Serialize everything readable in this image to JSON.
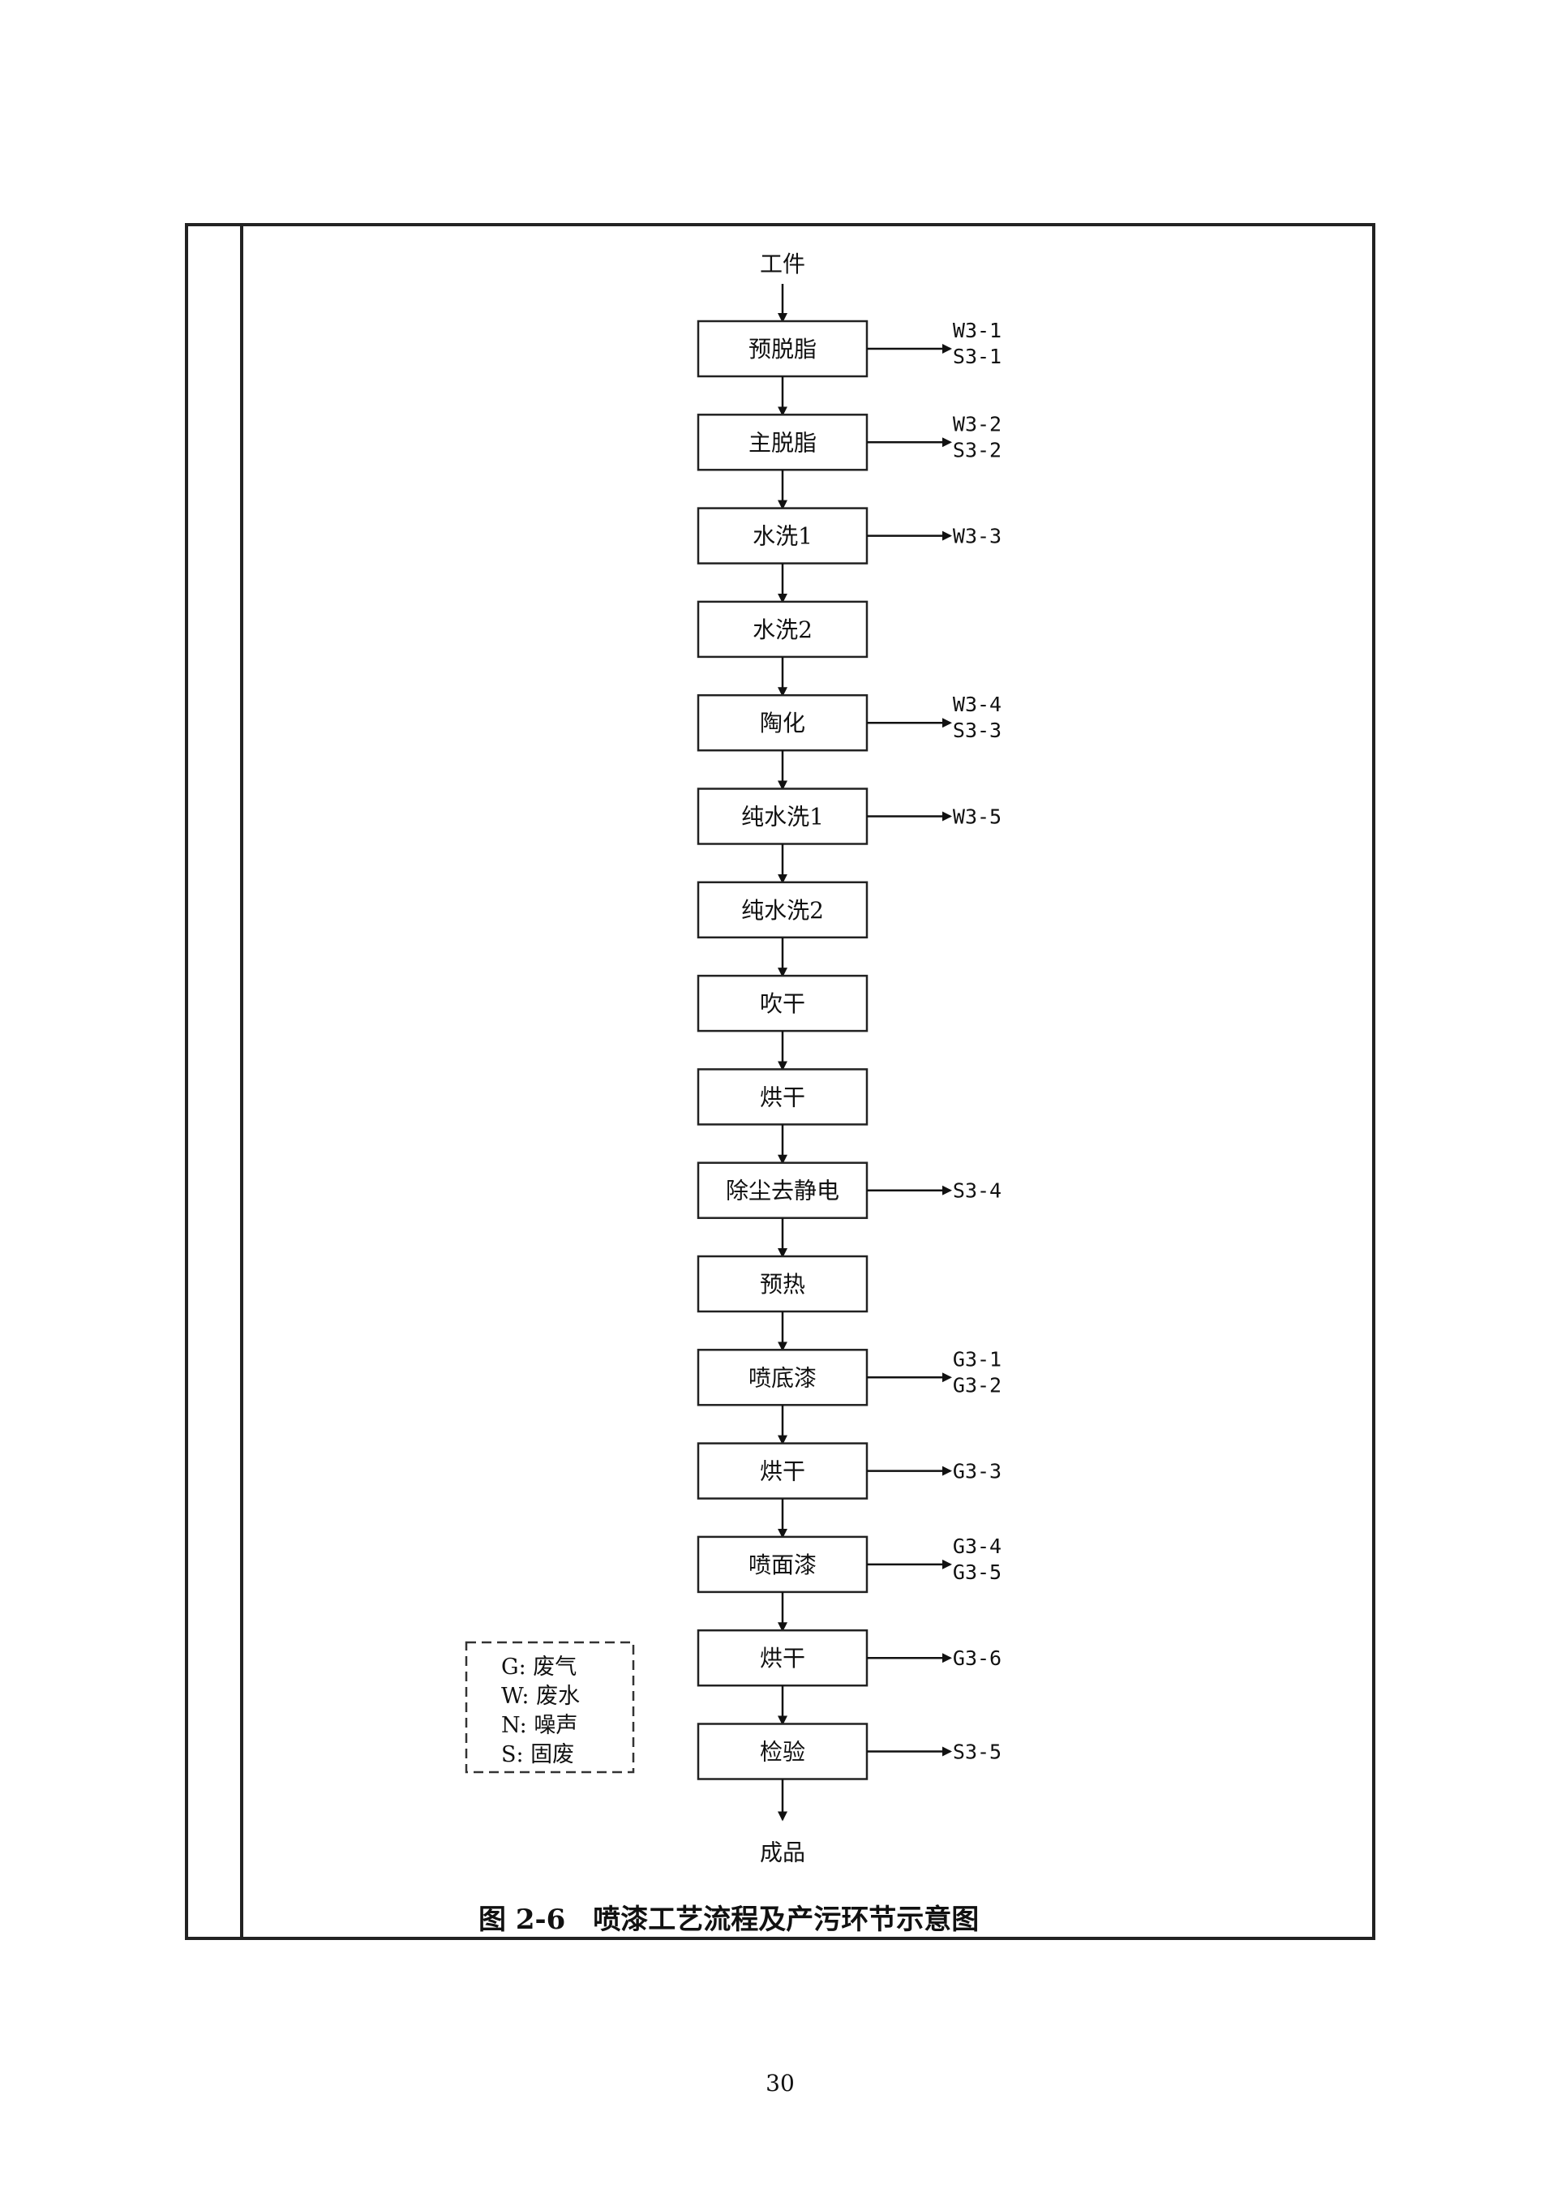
{
  "diagram": {
    "start_label": "工件",
    "end_label": "成品",
    "steps": [
      {
        "label": "预脱脂",
        "outputs": [
          "W3-1",
          "S3-1"
        ]
      },
      {
        "label": "主脱脂",
        "outputs": [
          "W3-2",
          "S3-2"
        ]
      },
      {
        "label": "水洗1",
        "outputs": [
          "W3-3"
        ]
      },
      {
        "label": "水洗2",
        "outputs": []
      },
      {
        "label": "陶化",
        "outputs": [
          "W3-4",
          "S3-3"
        ]
      },
      {
        "label": "纯水洗1",
        "outputs": [
          "W3-5"
        ]
      },
      {
        "label": "纯水洗2",
        "outputs": []
      },
      {
        "label": "吹干",
        "outputs": []
      },
      {
        "label": "烘干",
        "outputs": []
      },
      {
        "label": "除尘去静电",
        "outputs": [
          "S3-4"
        ]
      },
      {
        "label": "预热",
        "outputs": []
      },
      {
        "label": "喷底漆",
        "outputs": [
          "G3-1",
          "G3-2"
        ]
      },
      {
        "label": "烘干",
        "outputs": [
          "G3-3"
        ]
      },
      {
        "label": "喷面漆",
        "outputs": [
          "G3-4",
          "G3-5"
        ]
      },
      {
        "label": "烘干",
        "outputs": [
          "G3-6"
        ]
      },
      {
        "label": "检验",
        "outputs": [
          "S3-5"
        ]
      }
    ]
  },
  "legend": {
    "items": [
      "G: 废气",
      "W: 废水",
      "N: 噪声",
      "S: 固废"
    ]
  },
  "caption": "图 2-6　喷漆工艺流程及产污环节示意图",
  "page_number": "30"
}
